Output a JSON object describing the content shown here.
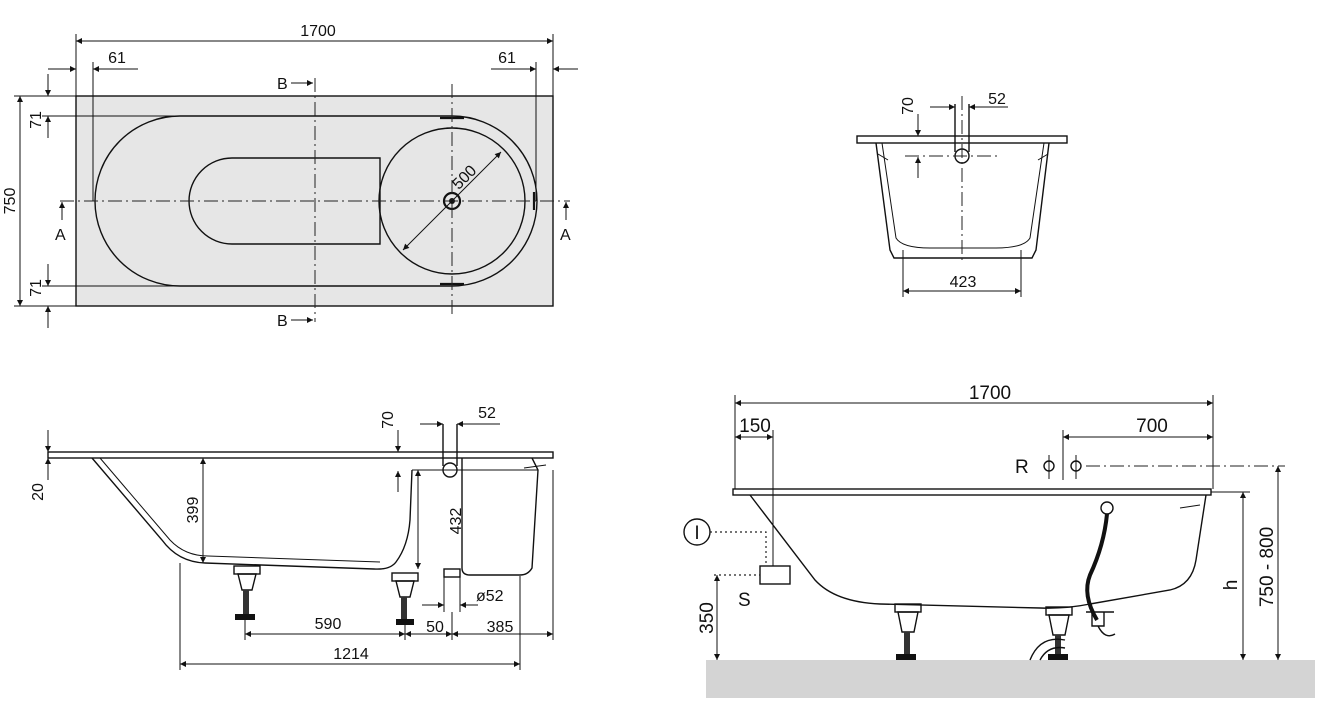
{
  "top_view": {
    "length": "1700",
    "margin_left": "61",
    "margin_right": "61",
    "width": "750",
    "rim_top": "71",
    "rim_bottom": "71",
    "diameter": "500",
    "section_b_top": "B",
    "section_b_bottom": "B",
    "section_a_left": "A",
    "section_a_right": "A"
  },
  "cross_section": {
    "overflow_height": "70",
    "overflow_diameter": "52",
    "bottom_width": "423"
  },
  "side_view": {
    "rim_thickness": "20",
    "depth": "399",
    "overflow_depth": "432",
    "overflow_height": "70",
    "overflow_diameter": "52",
    "drain_diameter": "ø52",
    "leg_spacing": "590",
    "drain_offset": "50",
    "drain_end": "385",
    "leg_span": "1214"
  },
  "install_view": {
    "length": "1700",
    "offset_left": "150",
    "offset_right": "700",
    "label_r": "R",
    "label_s": "S",
    "label_i": "I",
    "siphon_height": "350",
    "height_range": "750 - 800",
    "height_symbol": "h"
  }
}
